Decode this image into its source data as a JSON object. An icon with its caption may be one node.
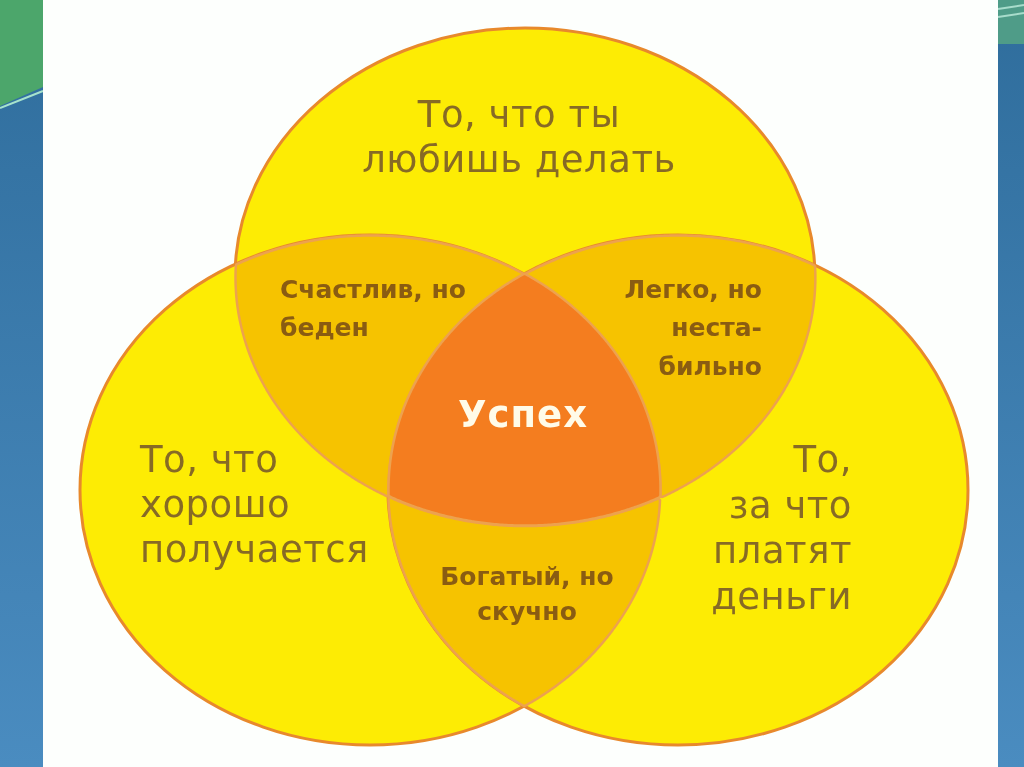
{
  "diagram": {
    "nodes": [
      {
        "text": [
          "То, что ты любишь делать"
        ]
      },
      {
        "text": [
          "Счастлив, но беден"
        ]
      },
      {
        "text": [
          "Легко, но неста-бильно"
        ]
      },
      {
        "text": [
          "Успех"
        ]
      },
      {
        "text": [
          "То, что хорошо получается"
        ]
      },
      {
        "text": [
          "То, за что платят деньги"
        ]
      },
      {
        "text": [
          "Богатый, но скучно"
        ]
      }
    ]
  }
}
